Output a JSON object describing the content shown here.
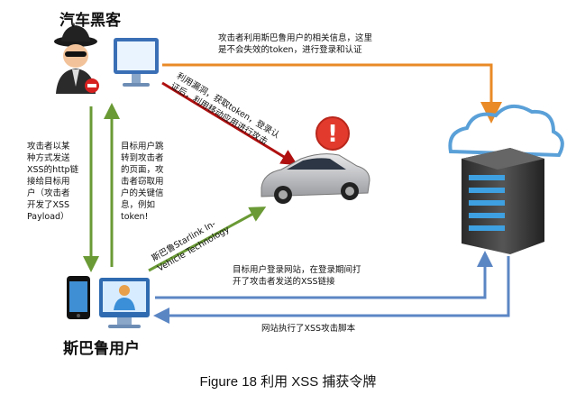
{
  "hacker": {
    "title": "汽车黑客"
  },
  "user": {
    "title": "斯巴鲁用户"
  },
  "labels": {
    "top_arrow": "攻击者利用斯巴鲁用户的相关信息，这里\n是不会失效的token，进行登录和认证",
    "red_arrow": "利用漏洞，获取token，登录认\n证后，利用移动应用进行攻击",
    "left_down": "攻击者以某\n种方式发送\nXSS的http链\n接给目标用\n户（攻击者\n开发了XSS\nPayload）",
    "left_up": "目标用户跳\n转到攻击者\n的页面，攻\n击者窃取用\n户的关键信\n息，例如\ntoken!",
    "green_diag": "斯巴鲁Starlink In-\nVehicle Technology",
    "login": "目标用户登录网站，在登录期间打\n开了攻击者发送的XSS链接",
    "xss_exec": "网站执行了XSS攻击脚本"
  },
  "alert_symbol": "!",
  "caption": "Figure 18  利用 XSS 捕获令牌",
  "colors": {
    "orange": "#e98a26",
    "red": "#b01010",
    "green": "#6a9a35",
    "blue": "#5b86c4"
  }
}
